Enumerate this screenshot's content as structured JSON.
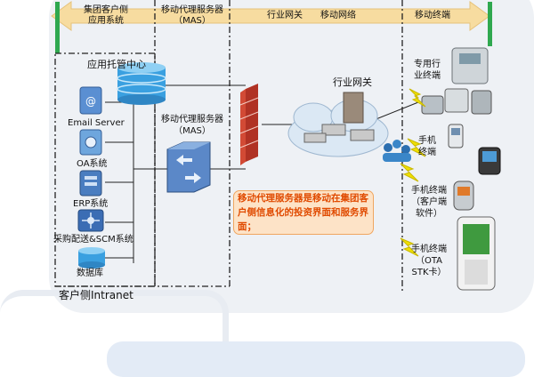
{
  "header": {
    "col1": "集团客户侧\n应用系统",
    "col2": "移动代理服务器\n（MAS）",
    "col3": "行业网关",
    "col4": "移动网络",
    "col5": "移动终端"
  },
  "intranet": {
    "hosting_center": "应用托管中心",
    "email_server": "Email Server",
    "oa": "OA系统",
    "erp": "ERP系统",
    "scm": "采购配送&SCM系统",
    "db": "数据库",
    "bottom_label": "客户侧Intranet"
  },
  "mas": {
    "label": "移动代理服务器\n（MAS）"
  },
  "gateway": {
    "label": "行业网关"
  },
  "callout": {
    "text": "移动代理服务器是移动在集团客户侧信息化的投资界面和服务界面；"
  },
  "terminals": {
    "industry": "专用行\n业终端",
    "mobile": "手机\n终端",
    "client_sw": "手机终端\n（客户端\n软件）",
    "ota": "手机终端\n（OTA\nSTK卡）"
  },
  "colors": {
    "arrow_fill": "#f7dca0",
    "accent_green": "#2fa84f",
    "firewall_red": "#c63a2a",
    "callout_bg": "#fde3c7",
    "callout_text": "#e04a00"
  }
}
